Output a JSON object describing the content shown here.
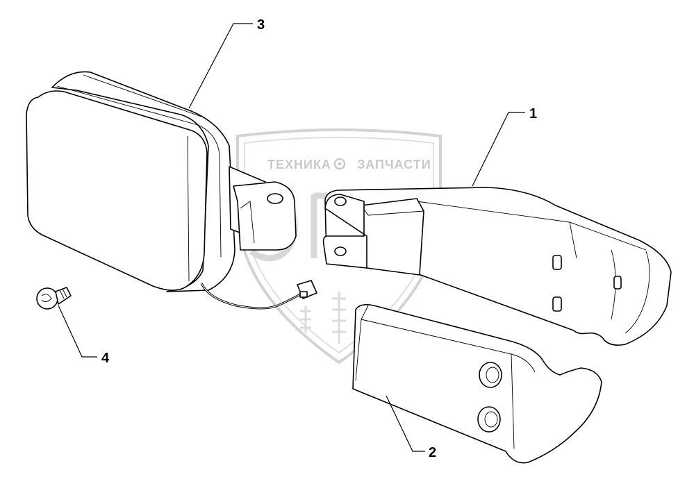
{
  "callouts": [
    {
      "id": "1",
      "label": "1"
    },
    {
      "id": "2",
      "label": "2"
    },
    {
      "id": "3",
      "label": "3"
    },
    {
      "id": "4",
      "label": "4"
    }
  ],
  "watermark": {
    "left_text": "ТЕХНИКА",
    "right_text": "ЗАПЧАСТИ",
    "logo_letters": "ЭПФ",
    "color": "#c8c8c8"
  },
  "colors": {
    "line": "#000000",
    "background": "#ffffff"
  }
}
